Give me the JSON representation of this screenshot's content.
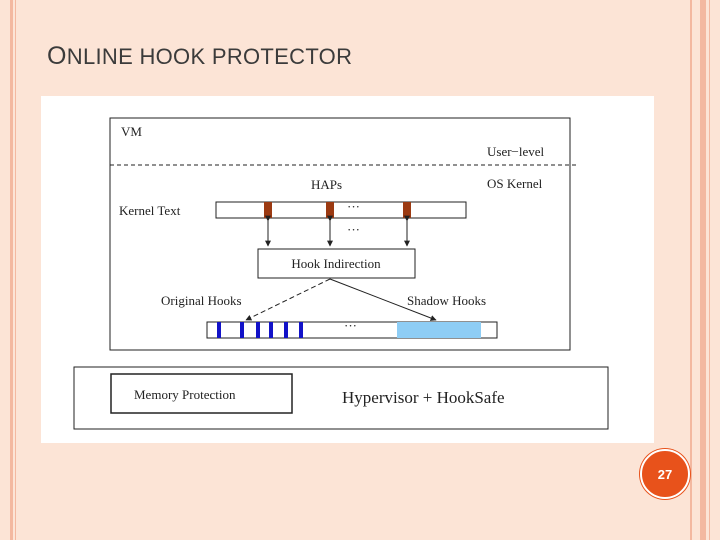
{
  "slide": {
    "title_first": "O",
    "title_rest": "NLINE HOOK PROTECTOR",
    "page_number": "27"
  },
  "diagram": {
    "vm_label": "VM",
    "user_level": "User−level",
    "os_kernel": "OS Kernel",
    "haps": "HAPs",
    "kernel_text": "Kernel Text",
    "hook_indirection": "Hook Indirection",
    "original_hooks": "Original Hooks",
    "shadow_hooks": "Shadow Hooks",
    "ellipsis": "···",
    "memory_protection": "Memory Protection",
    "hypervisor": "Hypervisor + HookSafe",
    "colors": {
      "hap_marker": "#9b3a12",
      "original_hook": "#1212c8",
      "shadow_region": "#8ecdf5",
      "background": "#fce4d6",
      "badge": "#e8521b"
    }
  }
}
